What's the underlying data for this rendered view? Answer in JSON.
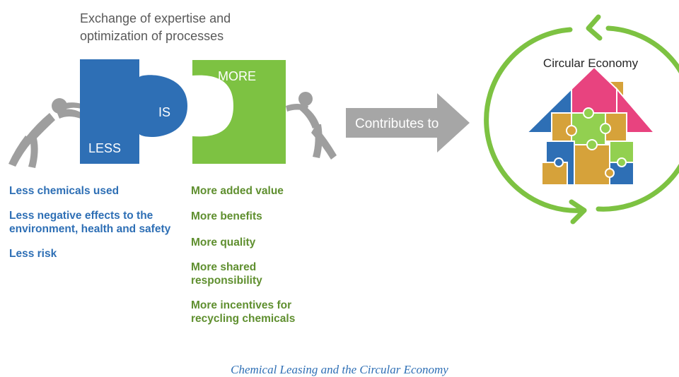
{
  "heading": {
    "line1": "Exchange of expertise and",
    "line2": "optimization of processes"
  },
  "puzzle": {
    "left_word": "LESS",
    "middle_word": "IS",
    "right_word": "MORE"
  },
  "arrow_label": "Contributes to",
  "circular_economy_label": "Circular Economy",
  "less_items": [
    "Less chemicals used",
    "Less negative effects to the environment, health and safety",
    "Less risk"
  ],
  "more_items": [
    "More added value",
    "More benefits",
    "More quality",
    "More shared responsibility",
    "More incentives for recycling chemicals"
  ],
  "caption": "Chemical Leasing and the Circular Economy",
  "colors": {
    "blue": "#2e6fb5",
    "green": "#7dc242",
    "text_green": "#5f8f2f",
    "grey": "#a6a6a6",
    "pink": "#e8437f",
    "gold": "#d6a23a",
    "lightgreen": "#92d050"
  }
}
